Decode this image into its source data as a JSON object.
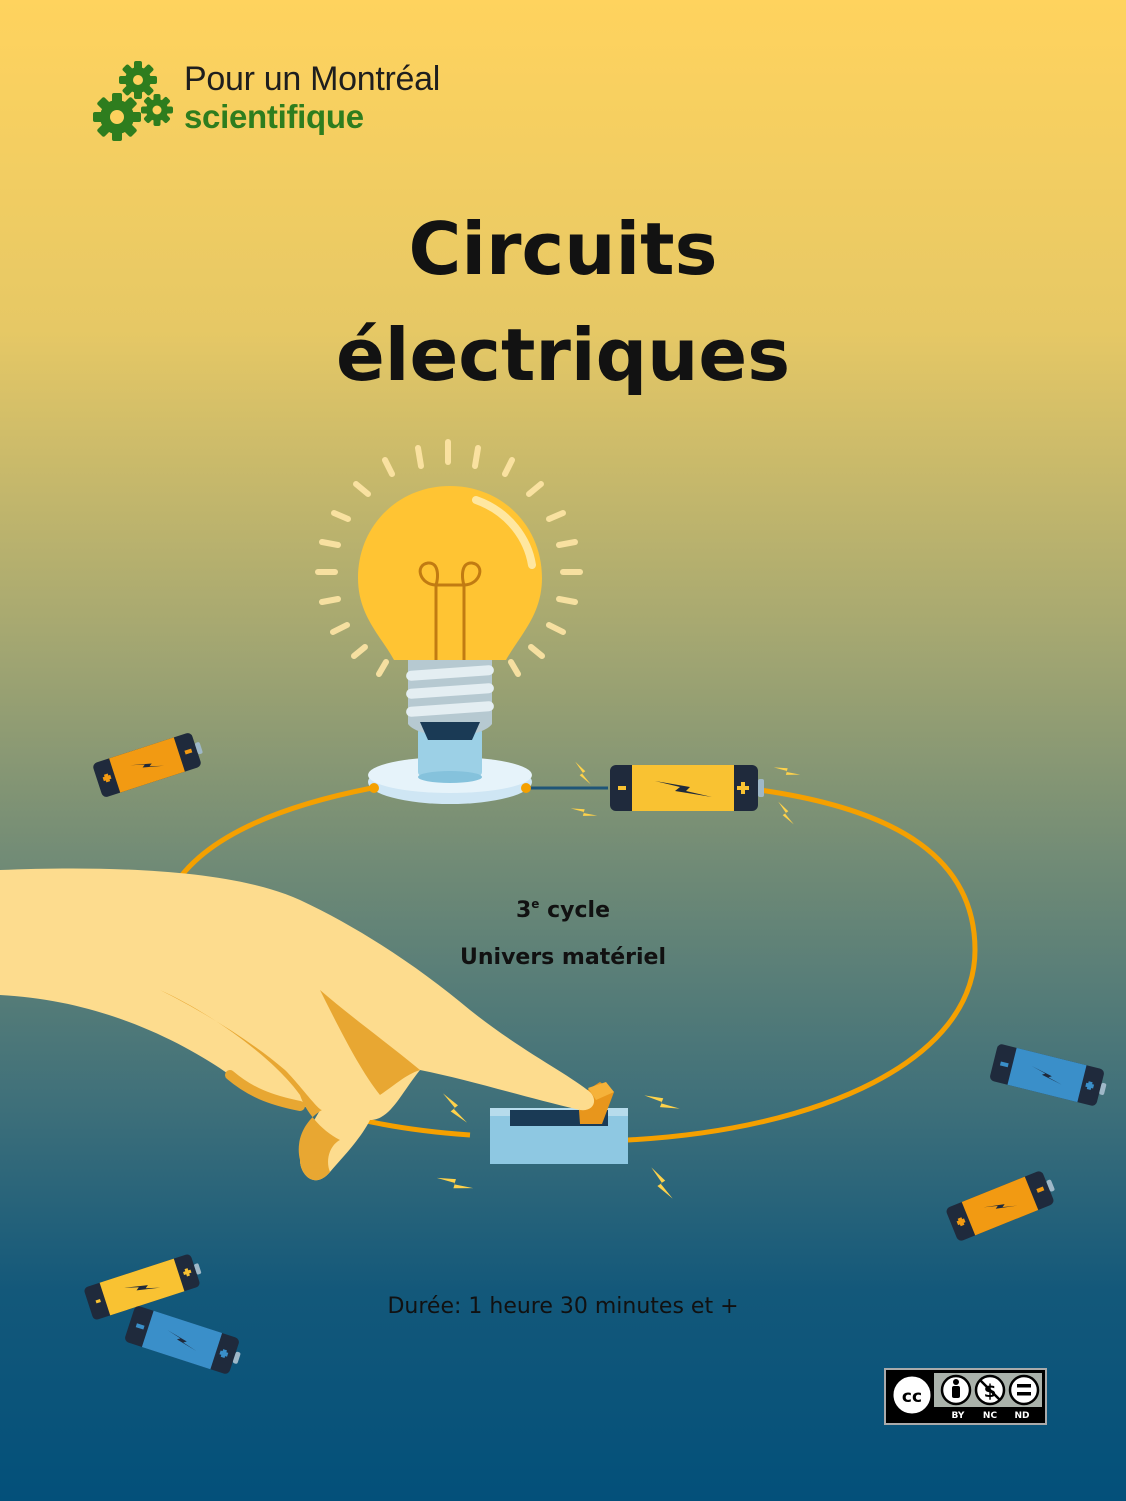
{
  "logo": {
    "line1": "Pour un Montréal",
    "line2": "scientifique",
    "icon": "gears-icon",
    "color": "#2e7d1e"
  },
  "title": {
    "line1": "Circuits",
    "line2": "électriques"
  },
  "cycle": {
    "number": "3",
    "superscript": "e",
    "label": "cycle"
  },
  "subject": "Univers matériel",
  "duration": "Durée: 1 heure 30 minutes et +",
  "license": {
    "icon": "creative-commons-icon",
    "labels": [
      "BY",
      "NC",
      "ND"
    ]
  },
  "colors": {
    "gradient_top": "#ffd35e",
    "gradient_bottom": "#03507a",
    "wire": "#f5a000",
    "battery_yellow": "#f9c232",
    "battery_blue": "#3a8fc9",
    "bulb": "#ffc433"
  }
}
